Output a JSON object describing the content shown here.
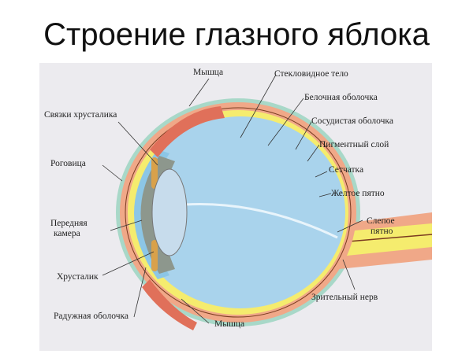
{
  "title": "Строение глазного яблока",
  "diagram": {
    "labels": {
      "muscle_top": "Мышца",
      "vitreous": "Стекловидное тело",
      "sclera": "Белочная оболочка",
      "choroid": "Сосудистая оболочка",
      "pigment": "Пигментный слой",
      "retina": "Сетчатка",
      "macula": "Желтое пятно",
      "blind_spot_1": "Слепое",
      "blind_spot_2": "пятно",
      "optic_nerve": "Зрительный нерв",
      "muscle_bottom": "Мышца",
      "iris": "Радужная оболочка",
      "lens": "Хрусталик",
      "anterior_1": "Передняя",
      "anterior_2": "камера",
      "cornea": "Роговица",
      "ligaments": "Связки хрусталика"
    },
    "colors": {
      "vitreous": "#a9d3ec",
      "sclera_outer": "#a8d8c8",
      "choroid": "#f0a888",
      "retina": "#f5ec6e",
      "muscle": "#e0705a",
      "background": "#ecebef"
    }
  }
}
